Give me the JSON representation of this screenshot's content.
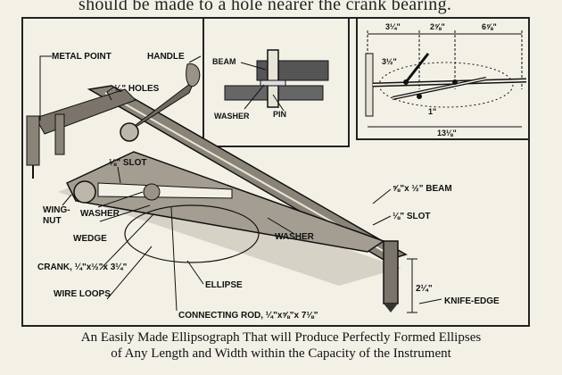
{
  "top_text": "should be made to a hole nearer the crank bearing.",
  "caption": {
    "line1": "An Easily Made Ellipsograph That will Produce Perfectly Formed Ellipses",
    "line2": "of Any Length and Width within the Capacity of the Instrument"
  },
  "labels": {
    "metal_point": "METAL POINT",
    "handle": "HANDLE",
    "holes": "⅛\" HOLES",
    "slot": "⅛\" SLOT",
    "wing_nut_1": "WING-",
    "wing_nut_2": "NUT",
    "washer_a": "WASHER",
    "washer_b": "WASHER",
    "wedge": "WEDGE",
    "crank": "CRANK, ¼\"x½\"x 3¼\"",
    "wire_loops": "WIRE LOOPS",
    "ellipse": "ELLIPSE",
    "connecting_rod": "CONNECTING ROD, ¼\"x⅝\"x 7⅛\"",
    "beam": "⅝\"x ½\" BEAM",
    "slot_right": "⅛\" SLOT",
    "knife_edge": "KNIFE-EDGE",
    "height": "2¼\""
  },
  "inset_detail": {
    "beam": "BEAM",
    "washer": "WASHER",
    "pin": "PIN"
  },
  "inset_dims": {
    "d1": "3¼\"",
    "d2": "2⅝\"",
    "d3": "6⅝\"",
    "d4": "13⅛\"",
    "r1": "3½\"",
    "r2": "1\""
  }
}
